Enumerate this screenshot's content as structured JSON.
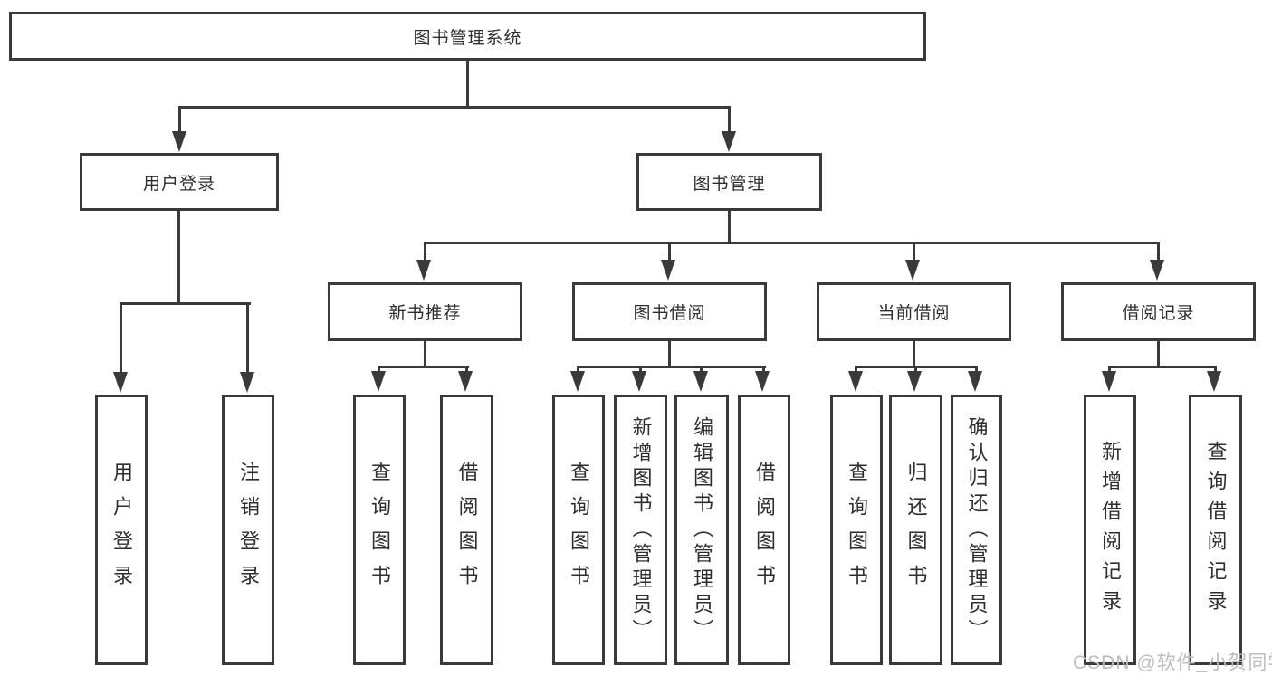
{
  "diagram": {
    "root": {
      "label": "图书管理系统"
    },
    "branches": [
      {
        "label": "用户登录",
        "children": [
          {
            "label": "用户登录"
          },
          {
            "label": "注销登录"
          }
        ]
      },
      {
        "label": "图书管理",
        "children": [
          {
            "label": "新书推荐",
            "children": [
              {
                "label": "查询图书"
              },
              {
                "label": "借阅图书"
              }
            ]
          },
          {
            "label": "图书借阅",
            "children": [
              {
                "label": "查询图书"
              },
              {
                "label": "新增图书（管理员）"
              },
              {
                "label": "编辑图书（管理员）"
              },
              {
                "label": "借阅图书"
              }
            ]
          },
          {
            "label": "当前借阅",
            "children": [
              {
                "label": "查询图书"
              },
              {
                "label": "归还图书"
              },
              {
                "label": "确认归还（管理员）"
              }
            ]
          },
          {
            "label": "借阅记录",
            "children": [
              {
                "label": "新增借阅记录"
              },
              {
                "label": "查询借阅记录"
              }
            ]
          }
        ]
      }
    ]
  },
  "watermark": "CSDN @软件_小贺同学",
  "colors": {
    "line": "#3a3a3a",
    "text": "#2e2e2e",
    "watermark": "#bdbdbd",
    "background": "#ffffff"
  }
}
